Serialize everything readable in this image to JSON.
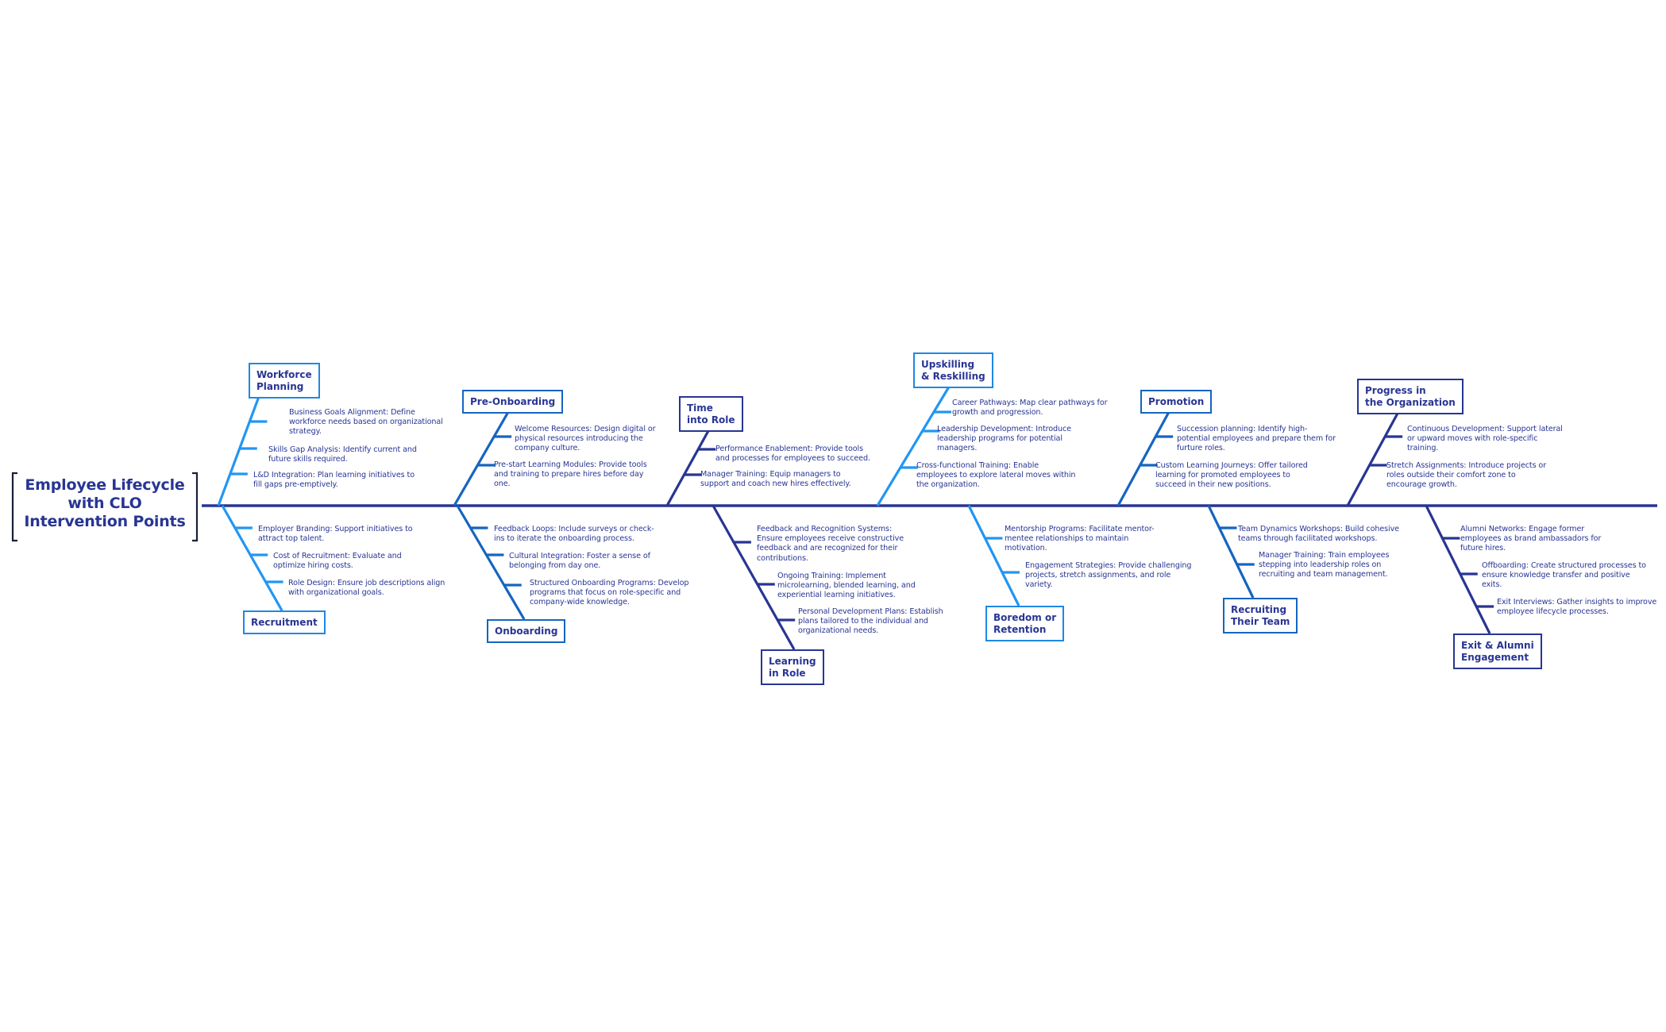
{
  "title": {
    "lines": [
      "Employee Lifecycle",
      "with CLO",
      "Intervention Points"
    ]
  },
  "colors": {
    "spine": "#283593",
    "light": "#2196f3",
    "medium": "#1565c0",
    "dark": "#283593",
    "text": "#283593"
  },
  "top": [
    {
      "label": [
        "Workforce",
        "Planning"
      ],
      "color": "light",
      "items": [
        "Business Goals Alignment: Define workforce needs based on organizational strategy.",
        "Skills Gap Analysis: Identify current and future skills required.",
        "L&D Integration: Plan learning initiatives to fill gaps pre-emptively."
      ]
    },
    {
      "label": [
        "Pre-Onboarding"
      ],
      "color": "medium",
      "items": [
        "Welcome Resources: Design digital or physical resources introducing the company culture.",
        "Pre-start Learning Modules: Provide tools and training to prepare hires before day one."
      ]
    },
    {
      "label": [
        "Time",
        "into Role"
      ],
      "color": "dark",
      "items": [
        "Performance Enablement: Provide tools and processes for employees to succeed.",
        "Manager Training: Equip managers to support and coach new hires effectively."
      ]
    },
    {
      "label": [
        "Upskilling",
        "& Reskilling"
      ],
      "color": "light",
      "items": [
        "Career Pathways: Map clear pathways for growth and progression.",
        "Leadership Development: Introduce leadership programs for potential managers.",
        "Cross-functional Training: Enable employees to explore lateral moves within the organization."
      ]
    },
    {
      "label": [
        "Promotion"
      ],
      "color": "medium",
      "items": [
        "Succession planning: Identify high-potential employees and prepare them for furture roles.",
        "Custom Learning Journeys: Offer tailored learning for promoted employees to succeed in their new positions."
      ]
    },
    {
      "label": [
        "Progress in",
        "the Organization"
      ],
      "color": "dark",
      "items": [
        "Continuous Development: Support lateral or upward moves with role-specific training.",
        "Stretch Assignments: Introduce projects or roles outside their comfort zone to encourage growth."
      ]
    }
  ],
  "bottom": [
    {
      "label": [
        "Recruitment"
      ],
      "color": "light",
      "items": [
        "Employer Branding: Support initiatives to attract top talent.",
        "Cost of Recruitment: Evaluate and optimize hiring costs.",
        "Role Design: Ensure job descriptions align with organizational goals."
      ]
    },
    {
      "label": [
        "Onboarding"
      ],
      "color": "medium",
      "items": [
        "Feedback Loops: Include surveys or check-ins to iterate the onboarding process.",
        "Cultural Integration: Foster a sense of belonging from day one.",
        "Structured Onboarding Programs: Develop programs that focus on role-specific and company-wide knowledge."
      ]
    },
    {
      "label": [
        "Learning",
        "in Role"
      ],
      "color": "dark",
      "items": [
        "Feedback and Recognition Systems: Ensure employees receive constructive feedback and are recognized for their contributions.",
        "Ongoing Training: Implement microlearning, blended learning, and experiential learning initiatives.",
        "Personal Development Plans: Establish plans tailored to the individual and organizational needs."
      ]
    },
    {
      "label": [
        "Boredom or",
        "Retention"
      ],
      "color": "light",
      "items": [
        "Mentorship Programs: Facilitate mentor-mentee relationships to maintain motivation.",
        "Engagement Strategies: Provide challenging projects, stretch assignments, and role variety."
      ]
    },
    {
      "label": [
        "Recruiting",
        "Their Team"
      ],
      "color": "medium",
      "items": [
        "Team Dynamics Workshops: Build cohesive teams through facilitated workshops.",
        "Manager Training: Train employees stepping into leadership roles on recruiting and team management."
      ]
    },
    {
      "label": [
        "Exit & Alumni",
        "Engagement"
      ],
      "color": "dark",
      "items": [
        "Alumni Networks: Engage former employees as brand ambassadors for future hires.",
        "Offboarding: Create structured processes to ensure knowledge transfer and positive exits.",
        "Exit Interviews: Gather insights to improve employee lifecycle processes."
      ]
    }
  ]
}
